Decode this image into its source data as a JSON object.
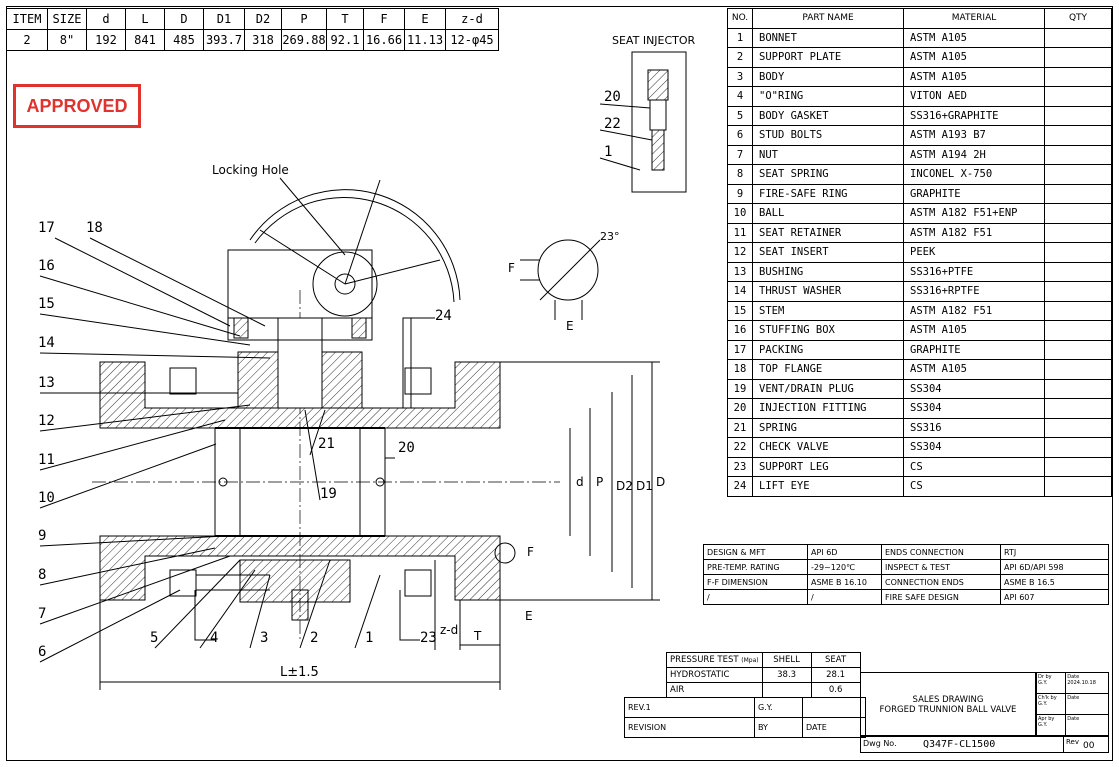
{
  "dimensions": {
    "headers": [
      "ITEM",
      "SIZE",
      "d",
      "L",
      "D",
      "D1",
      "D2",
      "P",
      "T",
      "F",
      "E",
      "z-d"
    ],
    "values": [
      "2",
      "8\"",
      "192",
      "841",
      "485",
      "393.7",
      "318",
      "269.88",
      "92.1",
      "16.66",
      "11.13",
      "12-φ45"
    ]
  },
  "stamp": "APPROVED",
  "parts": {
    "headers": [
      "NO.",
      "PART NAME",
      "MATERIAL",
      "QTY"
    ],
    "rows": [
      [
        "1",
        "BONNET",
        "ASTM A105"
      ],
      [
        "2",
        "SUPPORT PLATE",
        "ASTM A105"
      ],
      [
        "3",
        "BODY",
        "ASTM A105"
      ],
      [
        "4",
        "\"O\"RING",
        "VITON AED"
      ],
      [
        "5",
        "BODY GASKET",
        "SS316+GRAPHITE"
      ],
      [
        "6",
        "STUD BOLTS",
        "ASTM A193 B7"
      ],
      [
        "7",
        "NUT",
        "ASTM A194 2H"
      ],
      [
        "8",
        "SEAT SPRING",
        "INCONEL X-750"
      ],
      [
        "9",
        "FIRE-SAFE RING",
        "GRAPHITE"
      ],
      [
        "10",
        "BALL",
        "ASTM A182 F51+ENP"
      ],
      [
        "11",
        "SEAT RETAINER",
        "ASTM A182 F51"
      ],
      [
        "12",
        "SEAT INSERT",
        "PEEK"
      ],
      [
        "13",
        "BUSHING",
        "SS316+PTFE"
      ],
      [
        "14",
        "THRUST WASHER",
        "SS316+RPTFE"
      ],
      [
        "15",
        "STEM",
        "ASTM A182 F51"
      ],
      [
        "16",
        "STUFFING BOX",
        "ASTM A105"
      ],
      [
        "17",
        "PACKING",
        "GRAPHITE"
      ],
      [
        "18",
        "TOP FLANGE",
        "ASTM A105"
      ],
      [
        "19",
        "VENT/DRAIN PLUG",
        "SS304"
      ],
      [
        "20",
        "INJECTION FITTING",
        "SS304"
      ],
      [
        "21",
        "SPRING",
        "SS316"
      ],
      [
        "22",
        "CHECK VALVE",
        "SS304"
      ],
      [
        "23",
        "SUPPORT LEG",
        "CS"
      ],
      [
        "24",
        "LIFT EYE",
        "CS"
      ]
    ]
  },
  "specs": [
    [
      "DESIGN & MFT",
      "API 6D",
      "ENDS CONNECTION",
      "RTJ"
    ],
    [
      "PRE-TEMP. RATING",
      "-29~120℃",
      "INSPECT & TEST",
      "API 6D/API 598"
    ],
    [
      "F-F DIMENSION",
      "ASME B 16.10",
      "CONNECTION ENDS",
      "ASME B 16.5"
    ],
    [
      "/",
      "/",
      "FIRE SAFE DESIGN",
      "API 607"
    ]
  ],
  "pressure_test": {
    "title": "PRESSURE TEST",
    "unit": "(Mpa)",
    "shell": "SHELL",
    "seat": "SEAT",
    "rows": [
      [
        "HYDROSTATIC",
        "38.3",
        "28.1"
      ],
      [
        "AIR",
        "",
        "0.6"
      ]
    ]
  },
  "revision": {
    "rev": "REV.1",
    "by_val": "G.Y.",
    "label": "REVISION",
    "by": "BY",
    "date": "DATE"
  },
  "title_block": {
    "line1": "SALES DRAWING",
    "line2": "FORGED TRUNNION BALL VALVE",
    "dwg_label": "Dwg No.",
    "dwg_no": "Q347F-CL1500",
    "rev_label": "Rev",
    "rev_value": "00"
  },
  "signatures": [
    [
      "Dr by",
      "G.Y.",
      "Date",
      "2024.10.18"
    ],
    [
      "Ch'k by",
      "G.Y.",
      "Date",
      ""
    ],
    [
      "Apr by",
      "G.Y.",
      "Date",
      ""
    ]
  ],
  "drawing": {
    "seat_injector": "SEAT INJECTOR",
    "locking_hole": "Locking Hole",
    "angle": "23°",
    "length_dim": "L±1.5",
    "callouts": [
      "1",
      "2",
      "3",
      "4",
      "5",
      "6",
      "7",
      "8",
      "9",
      "10",
      "11",
      "12",
      "13",
      "14",
      "15",
      "16",
      "17",
      "18",
      "19",
      "20",
      "21",
      "22",
      "23",
      "24"
    ],
    "dim_letters": {
      "d": "d",
      "P": "P",
      "D2": "D2",
      "D1": "D1",
      "D": "D",
      "F": "F",
      "E": "E",
      "T": "T",
      "zd": "z-d"
    }
  }
}
